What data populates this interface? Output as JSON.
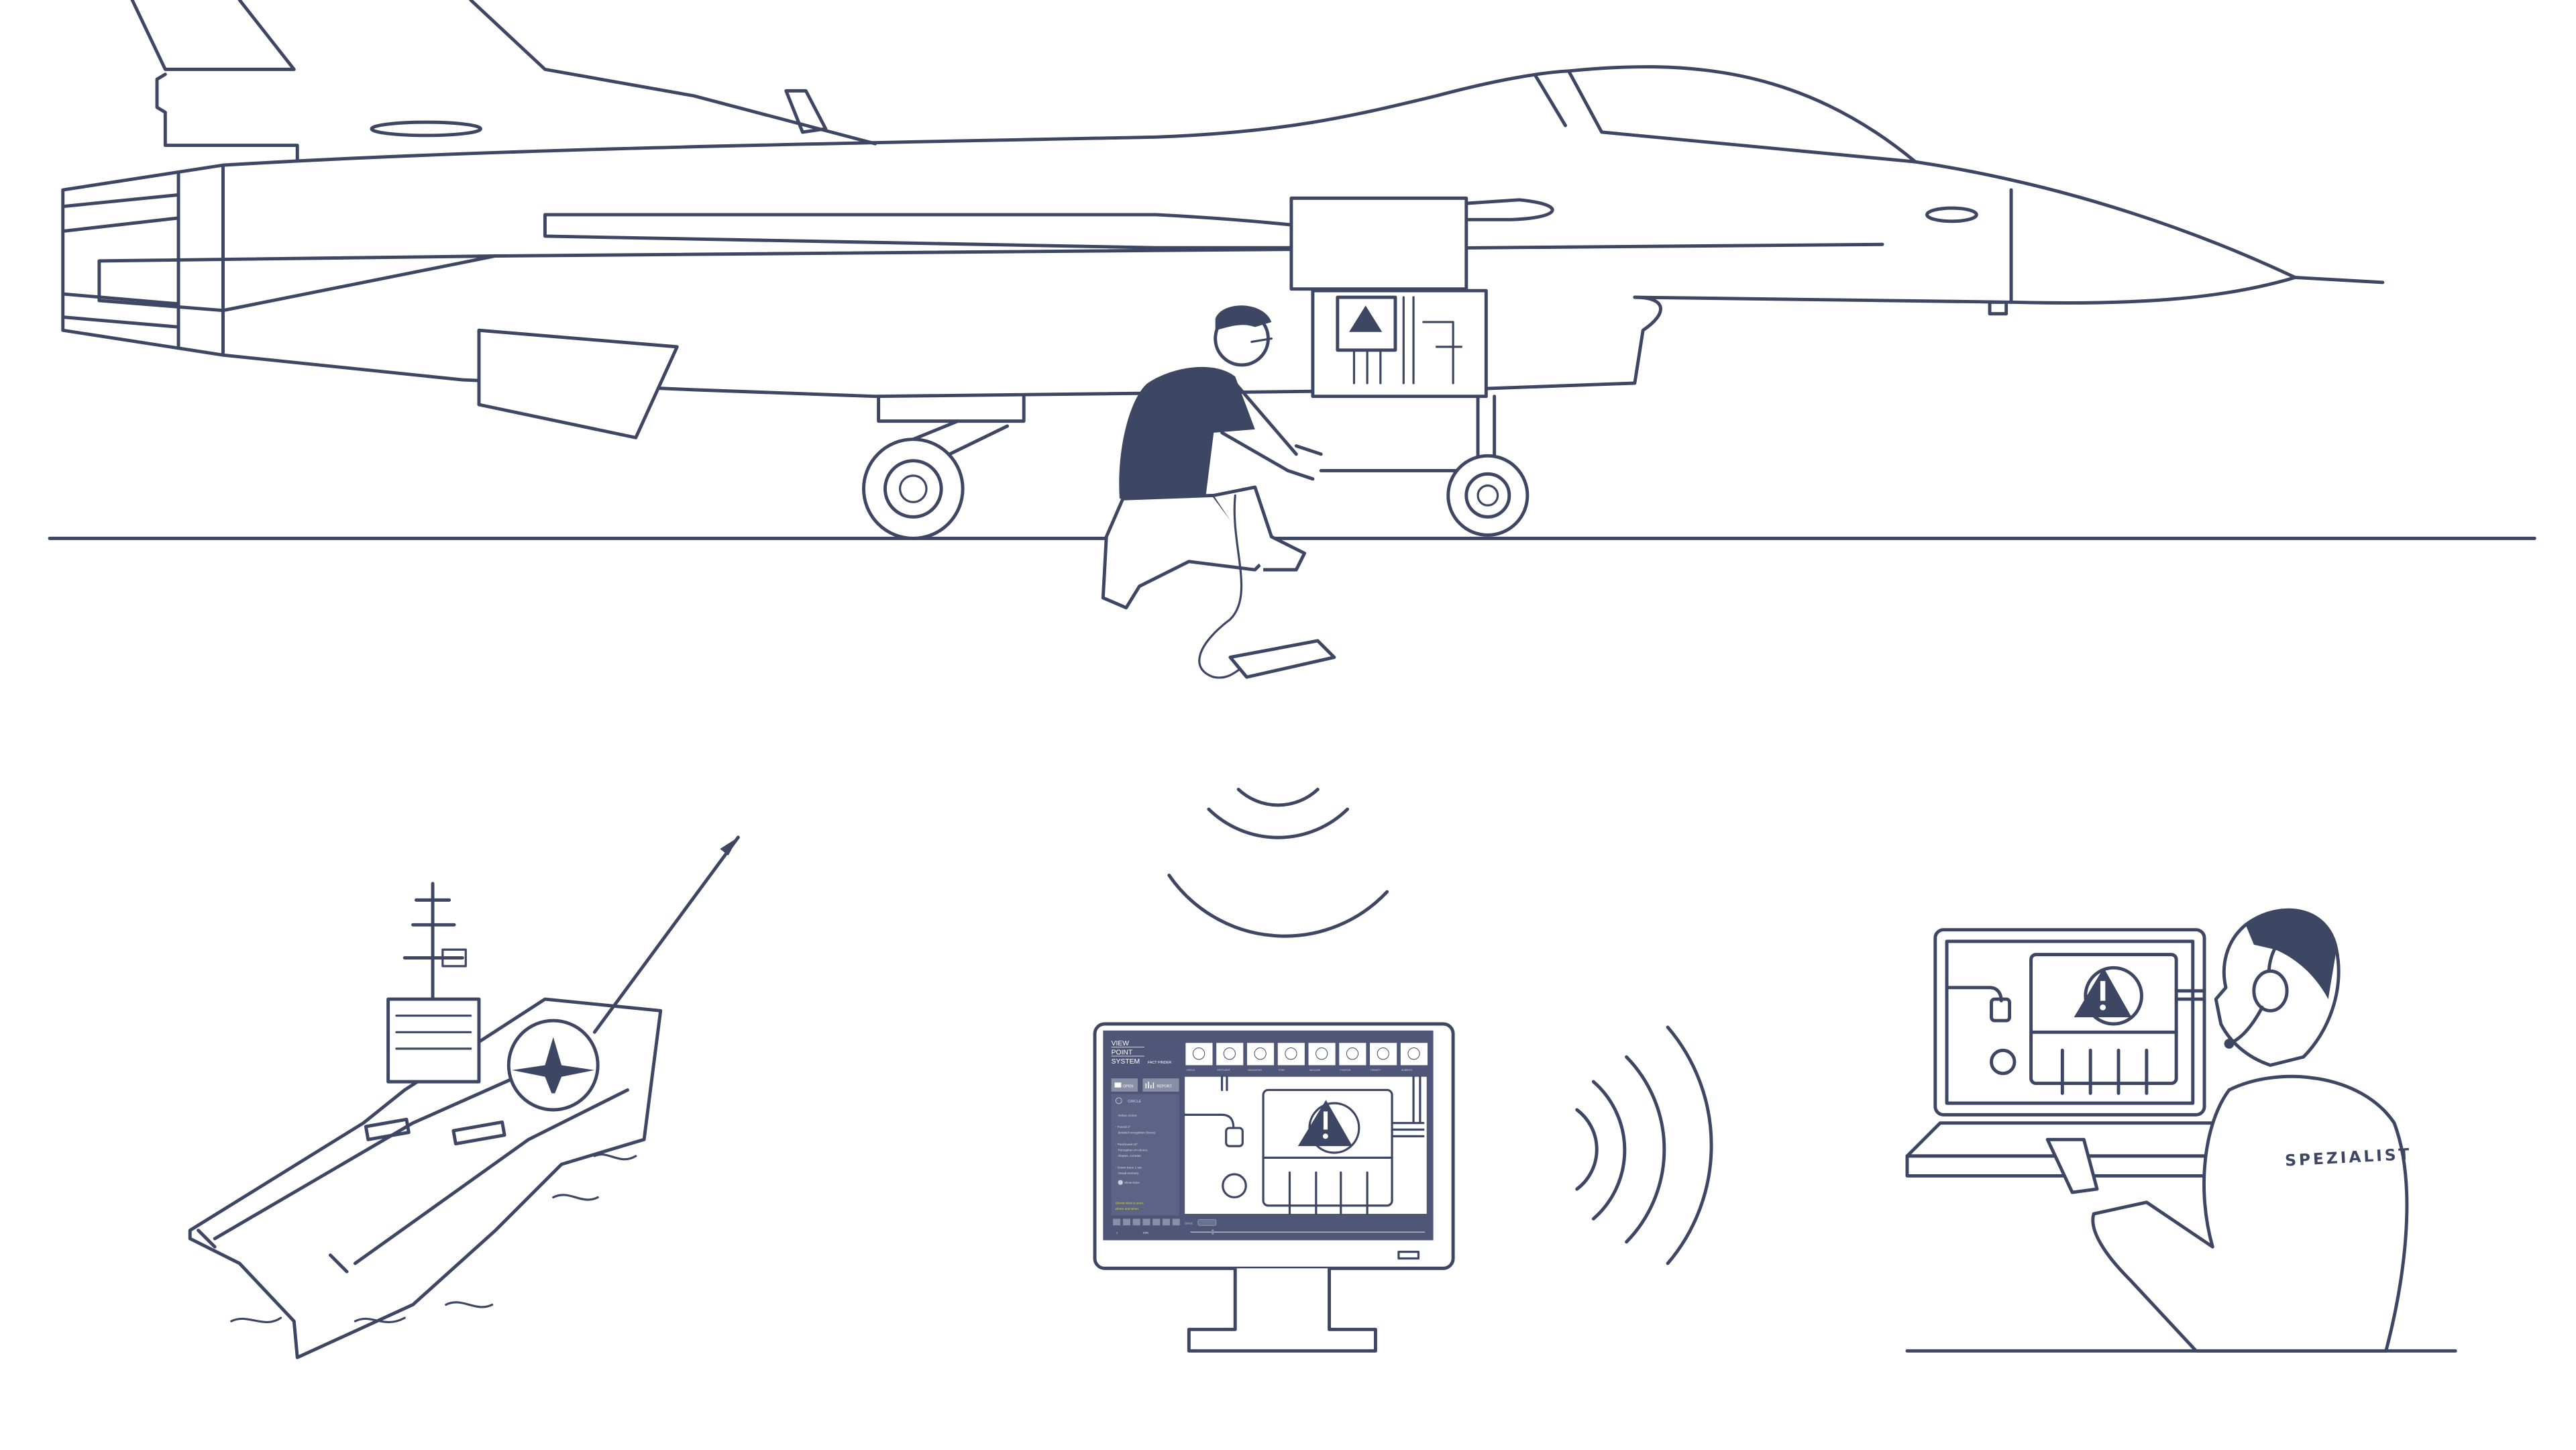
{
  "colors": {
    "line": "#3d4663",
    "screen_bg": "#4f5678",
    "highlight_text": "#d9d92a"
  },
  "monitor_app": {
    "logo": [
      "VIEW",
      "POINT",
      "SYSTEM"
    ],
    "product": "FACT FINDER",
    "tools": [
      "CIRCLE",
      "SPOTLIGHT",
      "NAVIGATION",
      "STAR",
      "SACCADE",
      "FIXATION",
      "DENSITY",
      "BUBBLES"
    ],
    "open_label": "OPEN",
    "report_label": "REPORT",
    "panel": {
      "title": "CIRCLE",
      "lines": [
        "Yellow circles:",
        "- Foveal 2°",
        "detailed recognition (focus)",
        "- Parafoveal 10°",
        "Perception of colours,",
        "shapes, contrast",
        "- Green trace 1 sec",
        "Visual memory"
      ],
      "show_trace": "show trace",
      "note": [
        "Shows what is seen,",
        "where and when"
      ]
    },
    "goto_label": "Go to:",
    "frame_start": "1",
    "frame_end": "1001",
    "timeline_position": 0.09
  },
  "specialist": {
    "shirt_label": "SPEZIALIST"
  }
}
